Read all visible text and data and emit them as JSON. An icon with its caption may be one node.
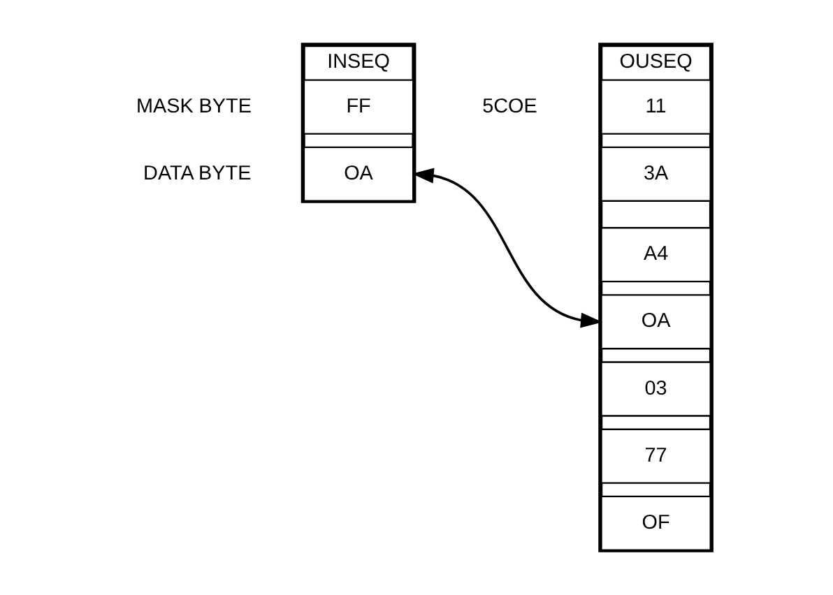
{
  "diagram": {
    "nodes": [
      {
        "text": [
          "INSEQ"
        ]
      },
      {
        "text": [
          "FF"
        ],
        "in": 0,
        "beside": [
          "MASK BYTE"
        ]
      },
      {
        "text": [
          "OA"
        ],
        "in": 0,
        "beside": [
          "DATA BYTE"
        ]
      },
      {
        "text": [
          "OUSEQ"
        ]
      },
      {
        "text": [
          "11"
        ],
        "in": 3,
        "beside": [
          "5COE"
        ]
      },
      {
        "text": [
          "3A"
        ],
        "in": 3
      },
      {
        "text": [
          "A4"
        ],
        "in": 3
      },
      {
        "text": [
          "OA"
        ],
        "in": 3
      },
      {
        "text": [
          "03"
        ],
        "in": 3
      },
      {
        "text": [
          "77"
        ],
        "in": 3
      },
      {
        "text": [
          "OF"
        ],
        "in": 3
      }
    ],
    "edges": [
      {
        "from": 2,
        "to": 7,
        "arrow": "both"
      }
    ]
  }
}
